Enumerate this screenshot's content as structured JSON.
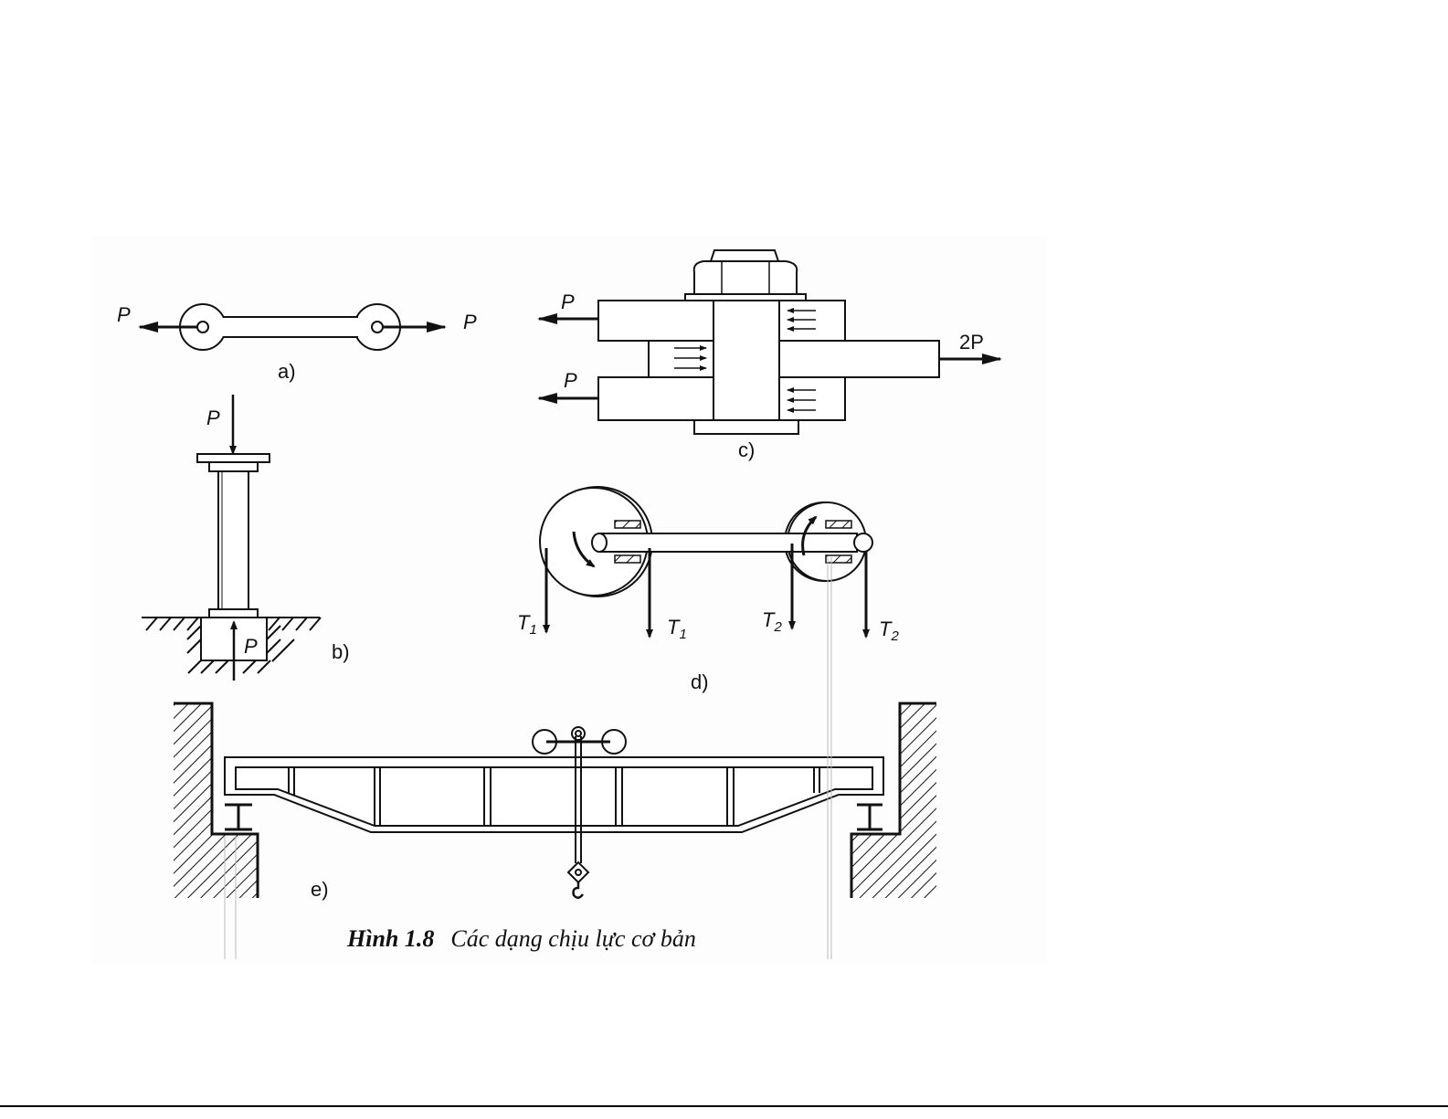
{
  "figure": {
    "caption_bold": "Hình 1.8",
    "caption_text": "Các dạng chịu lực cơ bản",
    "sub_labels": {
      "a": "a)",
      "b": "b)",
      "c": "c)",
      "d": "d)",
      "e": "e)"
    },
    "forces": {
      "a_left": "P",
      "a_right": "P",
      "b_top": "P",
      "b_bottom": "P",
      "c_top": "P",
      "c_bottom": "P",
      "c_right": "2P",
      "d_t1": "T",
      "d_t2": "T",
      "sub1": "1",
      "sub2": "2"
    }
  },
  "colors": {
    "ink": "#111111",
    "panel": "#fdfdfd"
  }
}
